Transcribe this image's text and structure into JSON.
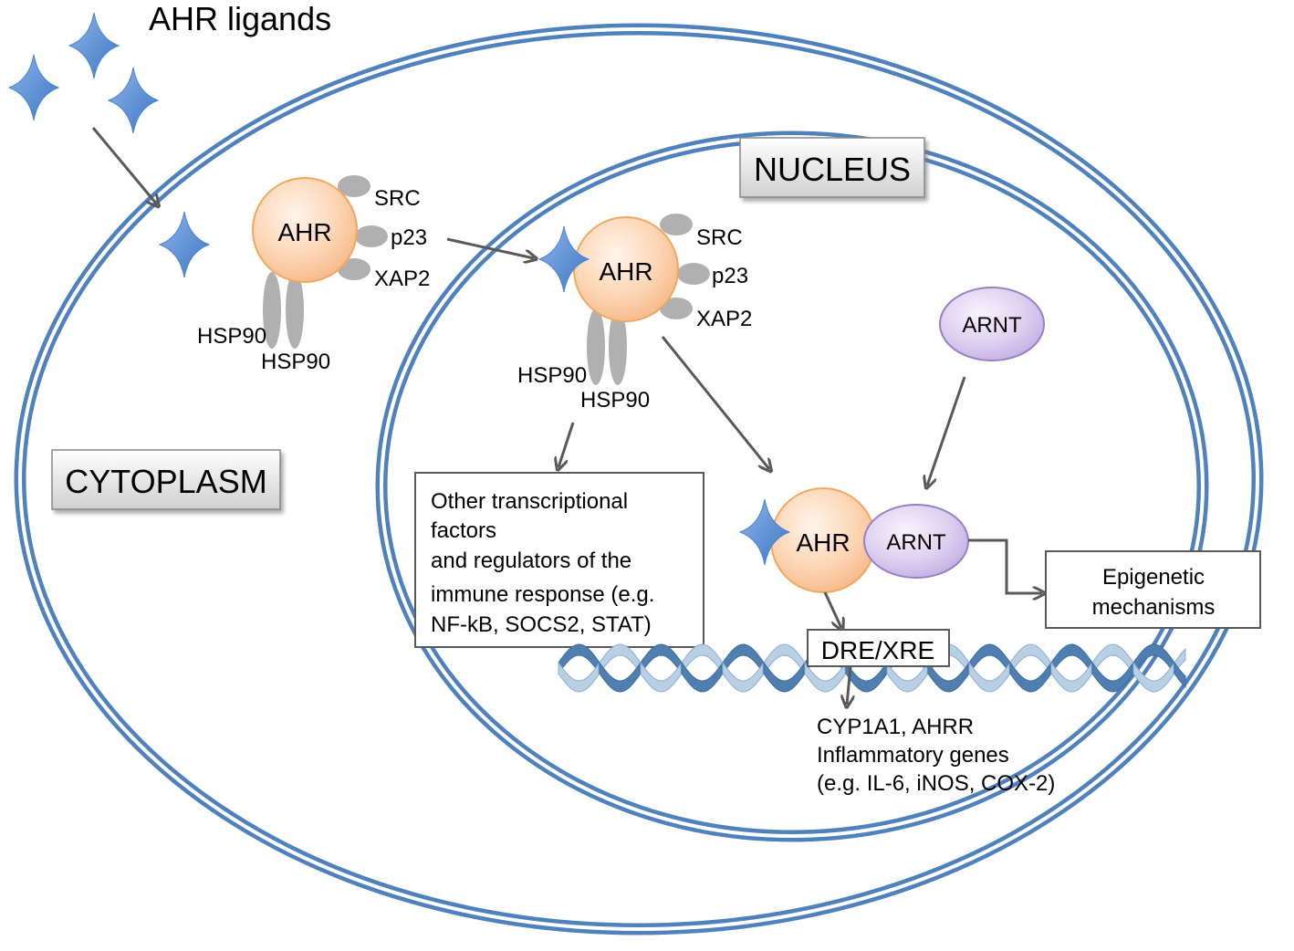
{
  "title": "AHR ligands",
  "compartments": {
    "cytoplasm": "CYTOPLASM",
    "nucleus": "NUCLEUS"
  },
  "cytoplasm_complex": {
    "receptor": "AHR",
    "src": "SRC",
    "p23": "p23",
    "xap2": "XAP2",
    "hsp90_a": "HSP90",
    "hsp90_b": "HSP90"
  },
  "nuclear_complex": {
    "receptor": "AHR",
    "src": "SRC",
    "p23": "p23",
    "xap2": "XAP2",
    "hsp90_a": "HSP90",
    "hsp90_b": "HSP90"
  },
  "arnt_free": "ARNT",
  "dimer": {
    "ahr": "AHR",
    "arnt": "ARNT"
  },
  "other_factors_box": {
    "line1": "Other transcriptional",
    "line2": "factors",
    "line3": "and regulators of the",
    "line4": "immune response (e.g.",
    "line5": "NF-kB, SOCS2, STAT)"
  },
  "epigenetic_box": {
    "line1": "Epigenetic",
    "line2": "mechanisms"
  },
  "dre_xre": "DRE/XRE",
  "target_genes": {
    "line1": "CYP1A1, AHRR",
    "line2": "Inflammatory genes",
    "line3": "(e.g. IL-6, iNOS, COX-2)"
  },
  "colors": {
    "membrane": "#4f81bd",
    "ligand": "#4a86d0",
    "ahr_fill": "#fcd5b4",
    "ahr_stroke": "#f0a860",
    "arnt_fill": "#d9c8ee",
    "arnt_stroke": "#9b7fc4",
    "chaperone": "#b0b0b0",
    "arrow": "#595959",
    "dna_dark": "#4f7fb0",
    "dna_light": "#b8cfe4"
  }
}
